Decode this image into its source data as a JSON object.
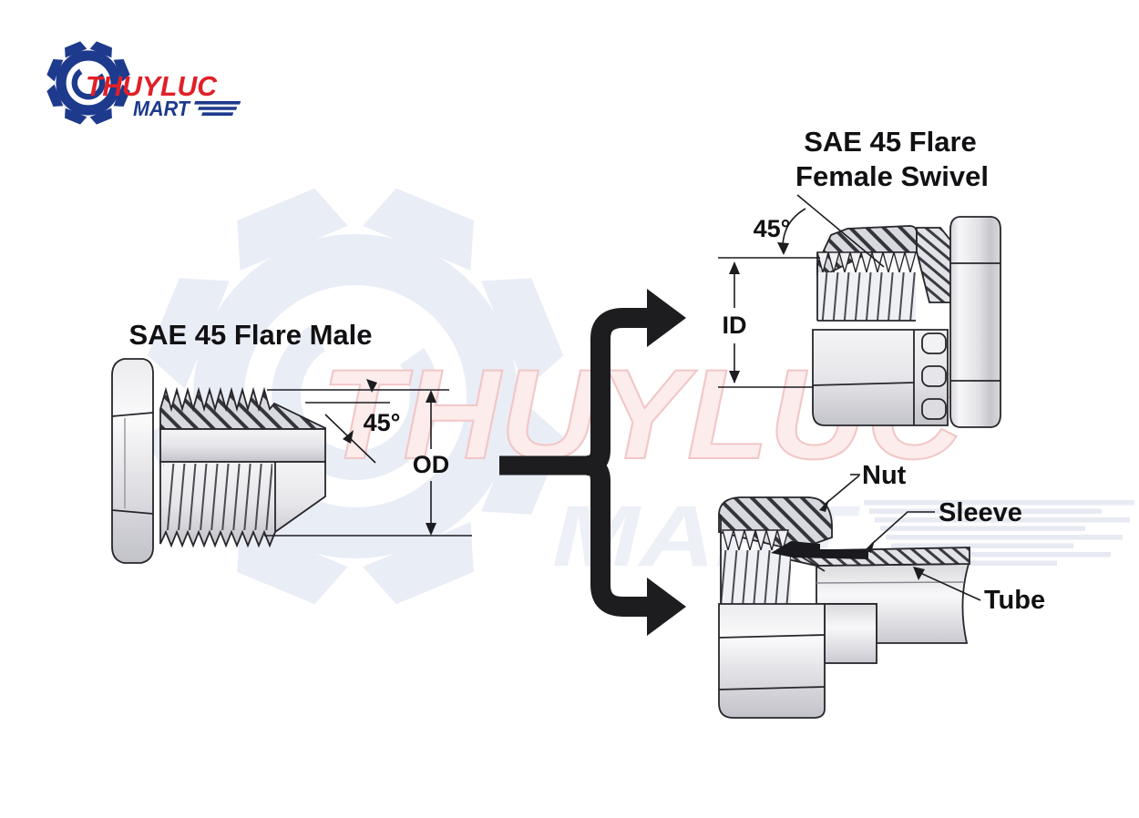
{
  "logo": {
    "brand": "THUYLUC",
    "sub": "MART"
  },
  "watermark": {
    "brand": "THUYLUC",
    "sub": "MART"
  },
  "colors": {
    "logo_red": "#e02028",
    "logo_navy": "#1d3a8c",
    "line_black": "#1d1d20",
    "watermark_blue": "#e9edf6",
    "watermark_pink_fill": "#fcecec",
    "watermark_pink_stroke": "#f2c6c6",
    "metal_light": "#f4f4f6",
    "metal_dark": "#c3c3ca"
  },
  "male": {
    "title": "SAE 45 Flare Male",
    "angle": "45°",
    "od": "OD"
  },
  "female": {
    "title_line1": "SAE 45 Flare",
    "title_line2": "Female Swivel",
    "angle": "45°",
    "id": "ID"
  },
  "assembly": {
    "nut": "Nut",
    "sleeve": "Sleeve",
    "tube": "Tube"
  }
}
